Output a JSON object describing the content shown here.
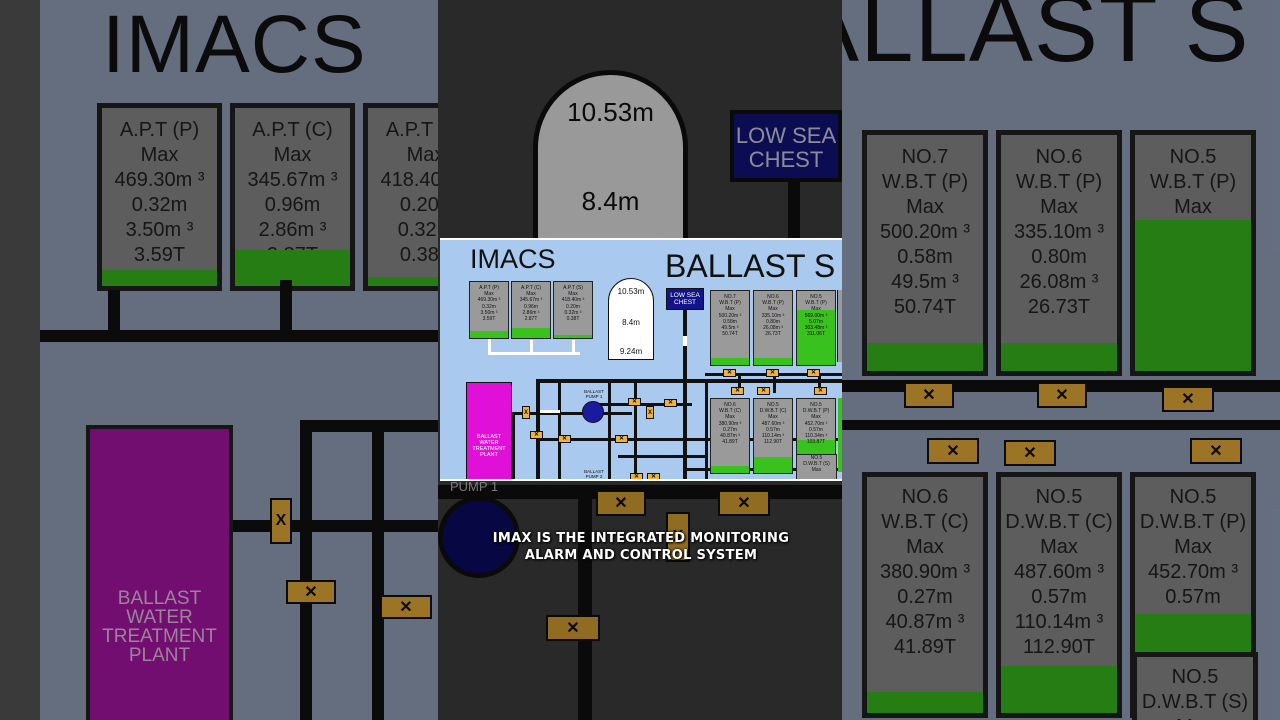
{
  "background": {
    "title_left": "IMACS",
    "title_right": "BALLAST S",
    "left_tanks": [
      {
        "lines": [
          "A.P.T (P)",
          "Max",
          "469.30m ³",
          "0.32m",
          "3.50m ³",
          "3.59T"
        ],
        "fill": 0.09
      },
      {
        "lines": [
          "A.P.T (C)",
          "Max",
          "345.67m ³",
          "0.96m",
          "2.86m ³",
          "2.87T"
        ],
        "fill": 0.2
      },
      {
        "lines": [
          "A.P.T (S)",
          "Max",
          "418.40m ³",
          "0.20 ³",
          "0.32m",
          "0.38T"
        ],
        "fill": 0.05
      }
    ],
    "mid_dome": {
      "top": "10.53m",
      "mid": "8.4m"
    },
    "mid_sea_chest": "LOW SEA CHEST",
    "mid_pump": "PUMP 1",
    "left_plant": [
      "BALLAST",
      "WATER",
      "TREATMENT",
      "PLANT"
    ],
    "right_tanks_top": [
      {
        "lines": [
          "NO.7",
          "W.B.T (P)",
          "Max",
          "500.20m ³",
          "0.58m",
          "49.5m ³",
          "50.74T"
        ],
        "fill": 0.12
      },
      {
        "lines": [
          "NO.6",
          "W.B.T (P)",
          "Max",
          "335.10m ³",
          "0.80m",
          "26.08m ³",
          "26.73T"
        ],
        "fill": 0.12
      },
      {
        "lines": [
          "NO.5",
          "W.B.T (P)",
          "Max",
          "569.00m ³",
          "5.07m",
          "303.48m ³",
          "311.06T"
        ],
        "fill": 0.64
      }
    ],
    "right_tanks_bottom": [
      {
        "lines": [
          "NO.6",
          "W.B.T (C)",
          "Max",
          "380.90m ³",
          "0.27m",
          "40.87m ³",
          "41.89T"
        ],
        "fill": 0.09
      },
      {
        "lines": [
          "NO.5",
          "D.W.B.T (C)",
          "Max",
          "487.60m ³",
          "0.57m",
          "110.14m ³",
          "112.90T"
        ],
        "fill": 0.2
      },
      {
        "lines": [
          "NO.5",
          "D.W.B.T (P)",
          "Max",
          "452.70m ³",
          "0.57m",
          "110.34m ³",
          "103.87T"
        ],
        "fill": 0.42
      }
    ],
    "right_tank_partial": {
      "lines": [
        "NO.5",
        "D.W.B.T (S)",
        "Max"
      ]
    }
  },
  "frame": {
    "title_left": "IMACS",
    "title_right": "BALLAST S",
    "apt_tanks": [
      {
        "lines": [
          "A.P.T (P)",
          "Max",
          "469.30m ³",
          "0.32m",
          "3.50m ³",
          "3.59T"
        ],
        "fill": 0.12
      },
      {
        "lines": [
          "A.P.T (C)",
          "Max",
          "345.67m ³",
          "0.96m",
          "2.86m ³",
          "2.87T"
        ],
        "fill": 0.18
      },
      {
        "lines": [
          "A.P.T (S)",
          "Max",
          "418.40m ³",
          "0.20m",
          "0.32m ³",
          "0.38T"
        ],
        "fill": 0.06
      }
    ],
    "dome": {
      "top": "10.53m",
      "mid": "8.4m",
      "bottom": "9.24m"
    },
    "sea_chest": [
      "LOW SEA",
      "CHEST"
    ],
    "wbt_top": [
      {
        "lines": [
          "NO.7",
          "W.B.T (P)",
          "Max",
          "500.20m ³",
          "0.58m",
          "49.5m ³",
          "50.74T"
        ],
        "fill": 0.1
      },
      {
        "lines": [
          "NO.6",
          "W.B.T (P)",
          "Max",
          "335.10m ³",
          "0.80m",
          "26.08m ³",
          "26.73T"
        ],
        "fill": 0.1
      },
      {
        "lines": [
          "NO.5",
          "W.B.T (P)",
          "Max",
          "569.00m ³",
          "5.07m",
          "303.48m ³",
          "311.06T"
        ],
        "fill": 0.75
      }
    ],
    "wbt_bottom": [
      {
        "lines": [
          "NO.6",
          "W.B.T (C)",
          "Max",
          "380.90m ³",
          "0.27m",
          "40.87m ³",
          "41.89T"
        ],
        "fill": 0.1
      },
      {
        "lines": [
          "NO.5",
          "D.W.B.T (C)",
          "Max",
          "487.60m ³",
          "0.57m",
          "110.14m ³",
          "112.90T"
        ],
        "fill": 0.22
      },
      {
        "lines": [
          "NO.5",
          "D.W.B.T (P)",
          "Max",
          "452.70m ³",
          "0.57m",
          "110.34m ³",
          "103.87T"
        ],
        "fill": 0.45
      }
    ],
    "dwbt_s": {
      "lines": [
        "NO.5",
        "D.W.B.T (S)",
        "Max"
      ]
    },
    "pump1_label": [
      "BALLAST",
      "PUMP 1"
    ],
    "pump2_label": [
      "BALLAST",
      "PUMP 2"
    ],
    "plant": [
      "BALLAST",
      "WATER",
      "TREATMENT",
      "PLANT"
    ]
  },
  "caption": {
    "line1": "IMAX IS THE INTEGRATED MONITORING",
    "line2": "ALARM AND CONTROL SYSTEM"
  },
  "colors": {
    "tank_gray": "#9a9a9a",
    "level_green": "#39c11e",
    "plant_magenta": "#e010d8",
    "pump_blue": "#1a1aa0",
    "valve_orange": "#f0b23a",
    "sea_chest_blue": "#14148a"
  }
}
